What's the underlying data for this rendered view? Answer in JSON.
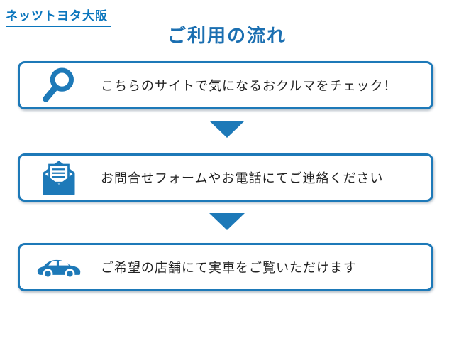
{
  "header": {
    "logo": "ネッツトヨタ大阪",
    "title": "ご利用の流れ"
  },
  "steps": [
    {
      "icon": "magnifier-icon",
      "text": "こちらのサイトで気になるおクルマをチェック！"
    },
    {
      "icon": "mail-icon",
      "text": "お問合せフォームやお電話にてご連絡ください"
    },
    {
      "icon": "car-icon",
      "text": "ご希望の店舗にて実車をご覧いただけます"
    }
  ],
  "colors": {
    "accent_blue": "#1d79b8",
    "logo_blue": "#0b76bd",
    "text_dark": "#222222",
    "background": "#ffffff"
  }
}
